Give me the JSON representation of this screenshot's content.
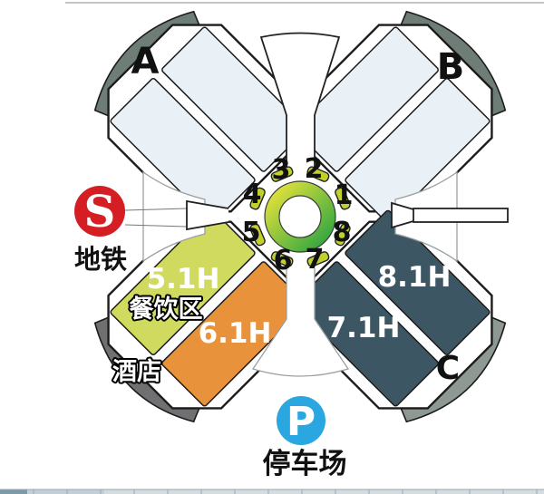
{
  "map": {
    "wings": {
      "nw": {
        "letter": "A",
        "hall_color": "#e9f1f7",
        "band_color": "#6e7d76"
      },
      "ne": {
        "letter": "B",
        "hall_color": "#e9f1f7",
        "band_color": "#6e7d76"
      },
      "sw": {
        "halls": {
          "h5": {
            "label": "5.1H",
            "sublabel": "餐饮区",
            "color": "#d0da5e"
          },
          "h6": {
            "label": "6.1H",
            "color": "#e8923c"
          }
        },
        "band": {
          "label": "酒店",
          "color": "#707072"
        }
      },
      "se": {
        "halls": {
          "h8": {
            "label": "8.1H",
            "color": "#3d5664"
          },
          "h7": {
            "label": "7.1H",
            "color": "#3d5664"
          }
        },
        "band": {
          "letter": "C",
          "color": "#8e9993"
        }
      }
    },
    "ring": {
      "numbers": [
        "1",
        "2",
        "3",
        "4",
        "5",
        "6",
        "7",
        "8"
      ],
      "gradient_from": "#e6e33b",
      "gradient_to": "#2da441",
      "tab_color": "#c2d02e"
    },
    "transit": {
      "metro": {
        "icon": "S",
        "label": "地铁",
        "color": "#d51d24"
      },
      "parking": {
        "icon": "P",
        "label": "停车场",
        "color": "#2aa7e0"
      }
    }
  },
  "chrome": {
    "top_border_color": "#c4c6c8",
    "bottom_strip": {
      "base": "#d6dbde",
      "first_cell": "#7e99a8",
      "second_cell": "#c2cfd8",
      "divider": "#93a9b5"
    }
  }
}
